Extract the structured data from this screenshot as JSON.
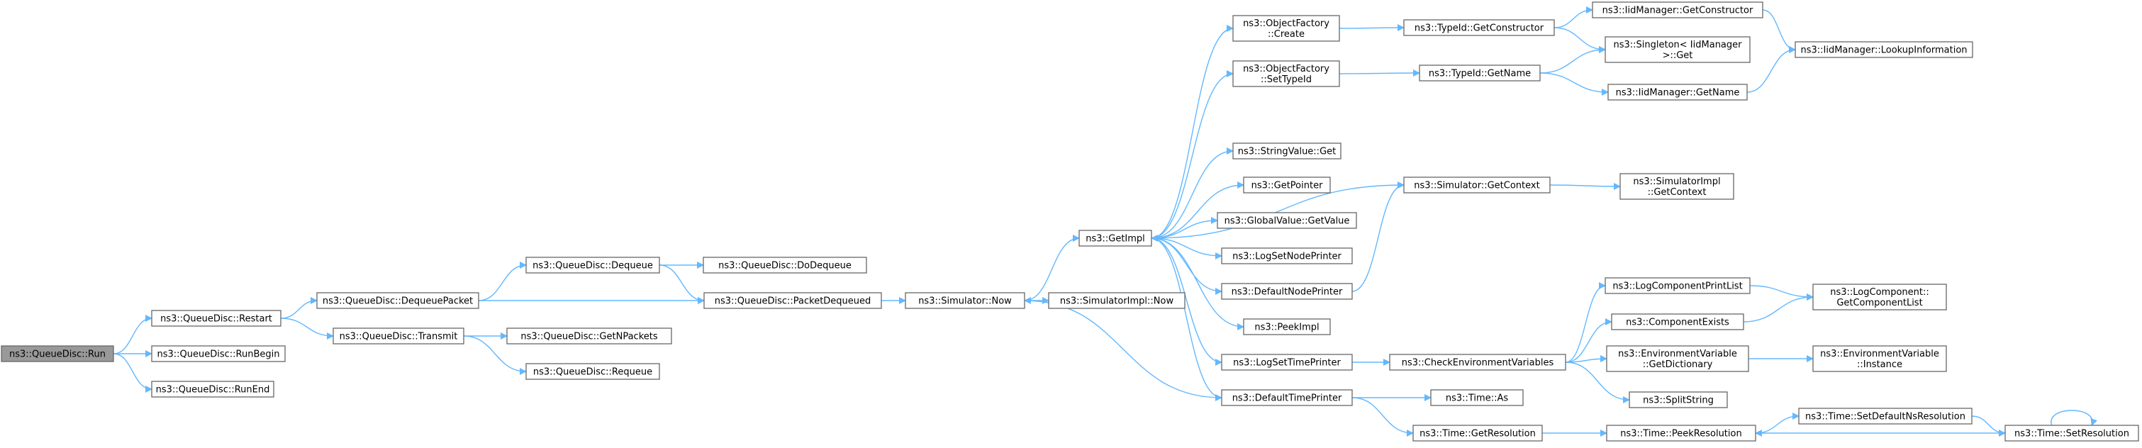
{
  "graph": {
    "edge_color": "#63b8ff",
    "root_fill": "#999999",
    "node_border": "#666666",
    "nodes": [
      {
        "id": "run",
        "lines": [
          "ns3::QueueDisc::Run"
        ],
        "root": true
      },
      {
        "id": "restart",
        "lines": [
          "ns3::QueueDisc::Restart"
        ]
      },
      {
        "id": "runbegin",
        "lines": [
          "ns3::QueueDisc::RunBegin"
        ]
      },
      {
        "id": "runend",
        "lines": [
          "ns3::QueueDisc::RunEnd"
        ]
      },
      {
        "id": "dequeuepacket",
        "lines": [
          "ns3::QueueDisc::DequeuePacket"
        ]
      },
      {
        "id": "transmit",
        "lines": [
          "ns3::QueueDisc::Transmit"
        ]
      },
      {
        "id": "dequeue",
        "lines": [
          "ns3::QueueDisc::Dequeue"
        ]
      },
      {
        "id": "packetdequeued",
        "lines": [
          "ns3::QueueDisc::PacketDequeued"
        ]
      },
      {
        "id": "dodequeue",
        "lines": [
          "ns3::QueueDisc::DoDequeue"
        ]
      },
      {
        "id": "getnpackets",
        "lines": [
          "ns3::QueueDisc::GetNPackets"
        ]
      },
      {
        "id": "requeue",
        "lines": [
          "ns3::QueueDisc::Requeue"
        ]
      },
      {
        "id": "now",
        "lines": [
          "ns3::Simulator::Now"
        ]
      },
      {
        "id": "getimpl",
        "lines": [
          "ns3::GetImpl"
        ]
      },
      {
        "id": "simimplnow",
        "lines": [
          "ns3::SimulatorImpl::Now"
        ]
      },
      {
        "id": "ofcreate",
        "lines": [
          "ns3::ObjectFactory",
          "::Create"
        ]
      },
      {
        "id": "ofsettypeid",
        "lines": [
          "ns3::ObjectFactory",
          "::SetTypeId"
        ]
      },
      {
        "id": "stringvalueget",
        "lines": [
          "ns3::StringValue::Get"
        ]
      },
      {
        "id": "getpointer",
        "lines": [
          "ns3::GetPointer"
        ]
      },
      {
        "id": "globalvalueget",
        "lines": [
          "ns3::GlobalValue::GetValue"
        ]
      },
      {
        "id": "logsetnodeprinter",
        "lines": [
          "ns3::LogSetNodePrinter"
        ]
      },
      {
        "id": "defaultnodeprinter",
        "lines": [
          "ns3::DefaultNodePrinter"
        ]
      },
      {
        "id": "peekimpl",
        "lines": [
          "ns3::PeekImpl"
        ]
      },
      {
        "id": "logsettimeprinter",
        "lines": [
          "ns3::LogSetTimePrinter"
        ]
      },
      {
        "id": "defaulttimeprinter",
        "lines": [
          "ns3::DefaultTimePrinter"
        ]
      },
      {
        "id": "typeidgetconstructor",
        "lines": [
          "ns3::TypeId::GetConstructor"
        ]
      },
      {
        "id": "typeidgetname",
        "lines": [
          "ns3::TypeId::GetName"
        ]
      },
      {
        "id": "simgetcontext",
        "lines": [
          "ns3::Simulator::GetContext"
        ]
      },
      {
        "id": "checkenv",
        "lines": [
          "ns3::CheckEnvironmentVariables"
        ]
      },
      {
        "id": "timeas",
        "lines": [
          "ns3::Time::As"
        ]
      },
      {
        "id": "timegetresolution",
        "lines": [
          "ns3::Time::GetResolution"
        ]
      },
      {
        "id": "iidgetconstructor",
        "lines": [
          "ns3::IidManager::GetConstructor"
        ]
      },
      {
        "id": "singletonget",
        "lines": [
          "ns3::Singleton< IidManager",
          ">::Get"
        ]
      },
      {
        "id": "iidgetname",
        "lines": [
          "ns3::IidManager::GetName"
        ]
      },
      {
        "id": "simimplgetcontext",
        "lines": [
          "ns3::SimulatorImpl",
          "::GetContext"
        ]
      },
      {
        "id": "logcompprintlist",
        "lines": [
          "ns3::LogComponentPrintList"
        ]
      },
      {
        "id": "compexists",
        "lines": [
          "ns3::ComponentExists"
        ]
      },
      {
        "id": "envgetdict",
        "lines": [
          "ns3::EnvironmentVariable",
          "::GetDictionary"
        ]
      },
      {
        "id": "splitstring",
        "lines": [
          "ns3::SplitString"
        ]
      },
      {
        "id": "timepeekresolution",
        "lines": [
          "ns3::Time::PeekResolution"
        ]
      },
      {
        "id": "iidlookup",
        "lines": [
          "ns3::IidManager::LookupInformation"
        ]
      },
      {
        "id": "getcomplist",
        "lines": [
          "ns3::LogComponent::",
          "GetComponentList"
        ]
      },
      {
        "id": "envinstance",
        "lines": [
          "ns3::EnvironmentVariable",
          "::Instance"
        ]
      },
      {
        "id": "setdefaultns",
        "lines": [
          "ns3::Time::SetDefaultNsResolution"
        ]
      },
      {
        "id": "setresolution",
        "lines": [
          "ns3::Time::SetResolution"
        ]
      }
    ]
  }
}
